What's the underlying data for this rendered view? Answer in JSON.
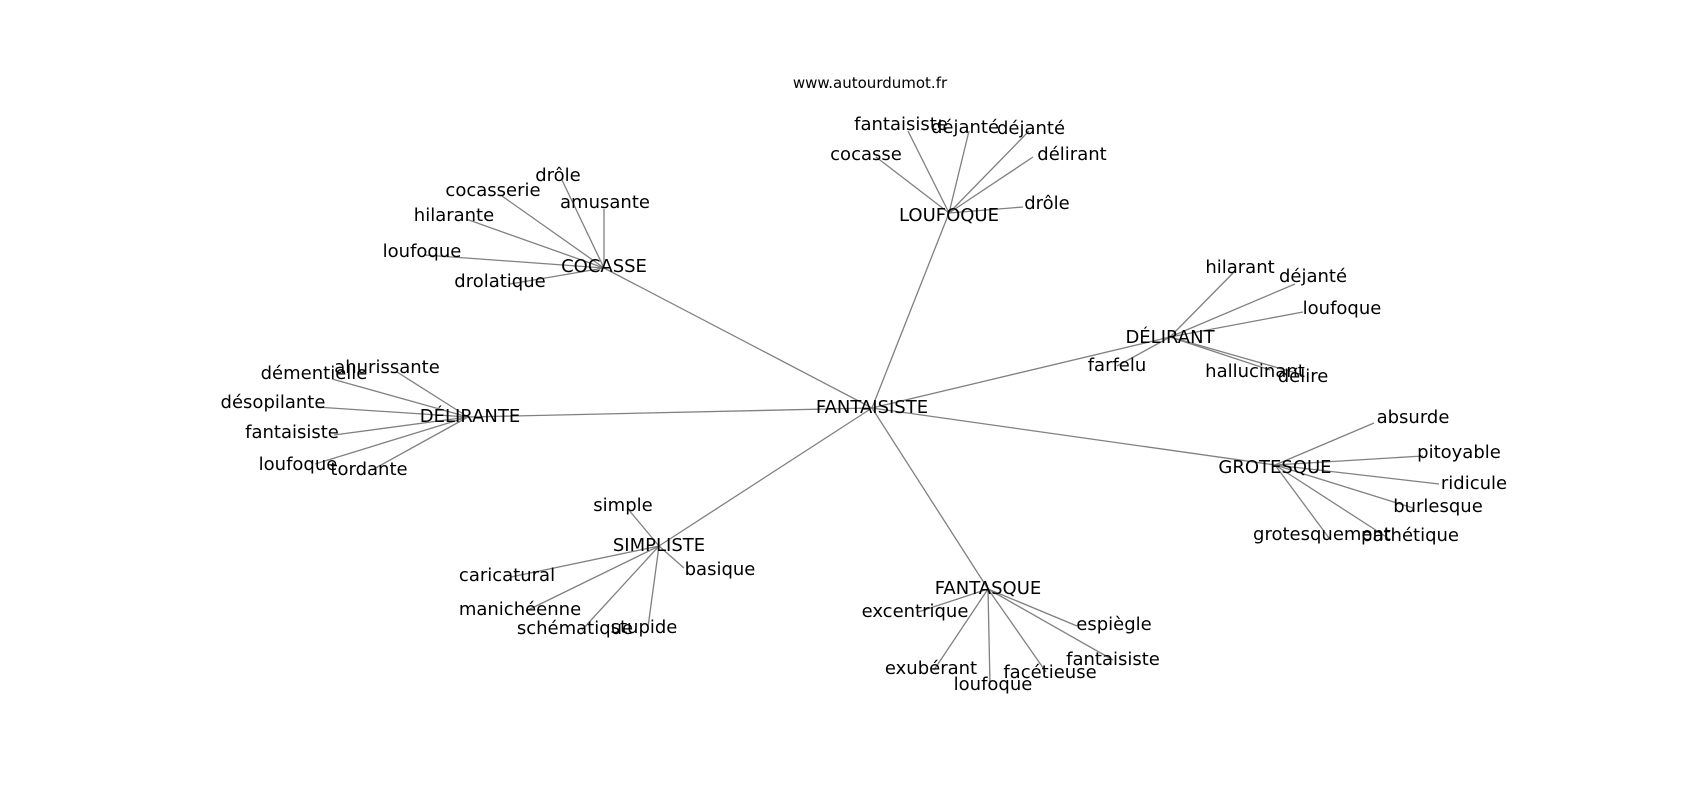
{
  "source_label": "www.autourdumot.fr",
  "colors": {
    "edge": "#808080",
    "text": "#000000",
    "background": "#ffffff"
  },
  "graph": {
    "center": {
      "id": "FANTAISISTE",
      "label": "FANTAISISTE"
    },
    "hubs": [
      {
        "id": "LOUFOQUE",
        "label": "LOUFOQUE",
        "leaves": [
          "fantaisiste",
          "déjanté",
          "déjanté",
          "cocasse",
          "délirant",
          "drôle"
        ]
      },
      {
        "id": "COCASSE",
        "label": "COCASSE",
        "leaves": [
          "drôle",
          "cocasserie",
          "amusante",
          "hilarante",
          "loufoque",
          "drolatique"
        ]
      },
      {
        "id": "DELIRANT",
        "label": "DÉLIRANT",
        "leaves": [
          "hilarant",
          "déjanté",
          "loufoque",
          "farfelu",
          "hallucinant",
          "délire"
        ]
      },
      {
        "id": "DELIRANTE",
        "label": "DÉLIRANTE",
        "leaves": [
          "ahurissante",
          "démentielle",
          "désopilante",
          "fantaisiste",
          "loufoque",
          "tordante"
        ]
      },
      {
        "id": "GROTESQUE",
        "label": "GROTESQUE",
        "leaves": [
          "absurde",
          "pitoyable",
          "ridicule",
          "burlesque",
          "grotesquement",
          "pathétique"
        ]
      },
      {
        "id": "SIMPLISTE",
        "label": "SIMPLISTE",
        "leaves": [
          "simple",
          "caricatural",
          "basique",
          "manichéenne",
          "schématique",
          "stupide"
        ]
      },
      {
        "id": "FANTASQUE",
        "label": "FANTASQUE",
        "leaves": [
          "excentrique",
          "espiègle",
          "fantaisiste",
          "exubérant",
          "facétieuse",
          "loufoque"
        ]
      }
    ]
  }
}
